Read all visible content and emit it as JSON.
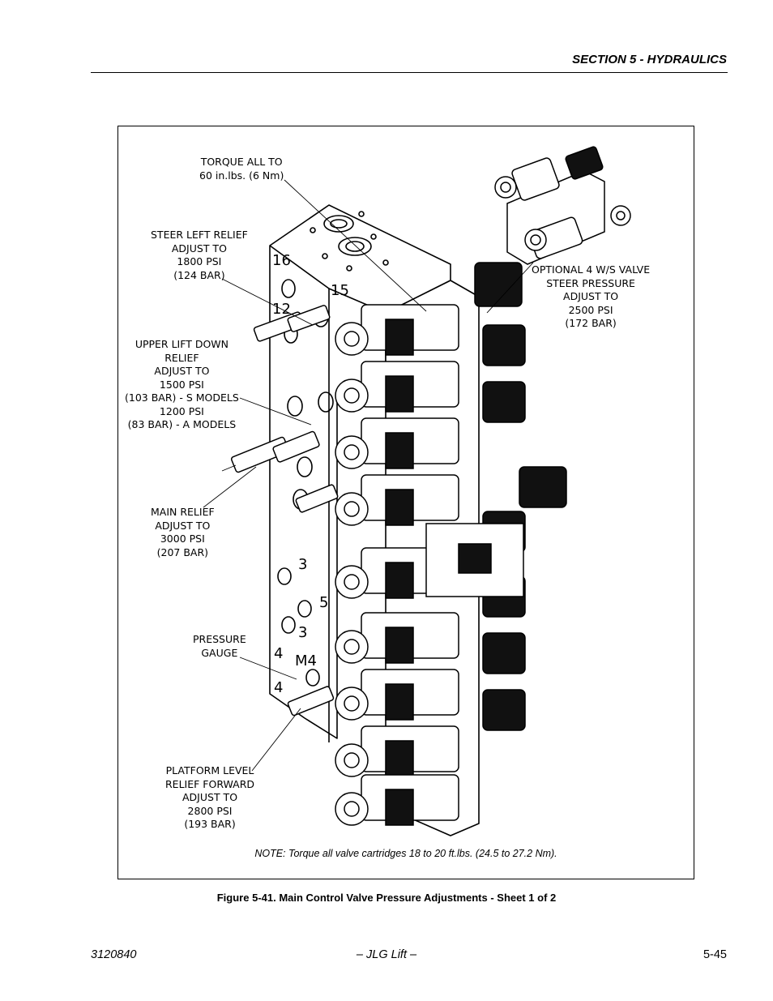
{
  "header": {
    "section": "SECTION 5 - HYDRAULICS"
  },
  "figure": {
    "callouts": {
      "torque": [
        "TORQUE ALL TO",
        "60 in.lbs. (6 Nm)"
      ],
      "steer_left": [
        "STEER LEFT RELIEF",
        "ADJUST TO",
        "1800 PSI",
        "(124 BAR)"
      ],
      "upper_lift": [
        "UPPER LIFT DOWN",
        "RELIEF",
        "ADJUST TO",
        "1500 PSI",
        "(103 BAR) - S MODELS",
        "1200 PSI",
        "(83 BAR) - A MODELS"
      ],
      "main_relief": [
        "MAIN RELIEF",
        "ADJUST TO",
        "3000 PSI",
        "(207 BAR)"
      ],
      "pressure_gauge": [
        "PRESSURE",
        "GAUGE"
      ],
      "platform_level": [
        "PLATFORM LEVEL",
        "RELIEF FORWARD",
        "ADJUST TO",
        "2800 PSI",
        "(193 BAR)"
      ],
      "optional_valve": [
        "OPTIONAL 4 W/S VALVE",
        "STEER PRESSURE",
        "ADJUST TO",
        "2500 PSI",
        "(172 BAR)"
      ]
    },
    "port_labels": [
      "16",
      "15",
      "12",
      "3",
      "5",
      "3",
      "4",
      "M4",
      "4"
    ],
    "note": "NOTE: Torque all valve cartridges 18 to 20 ft.lbs. (24.5 to 27.2 Nm).",
    "caption": "Figure 5-41.  Main Control Valve Pressure Adjustments - Sheet 1 of 2"
  },
  "footer": {
    "doc_number": "3120840",
    "publisher": "– JLG Lift –",
    "page": "5-45"
  }
}
